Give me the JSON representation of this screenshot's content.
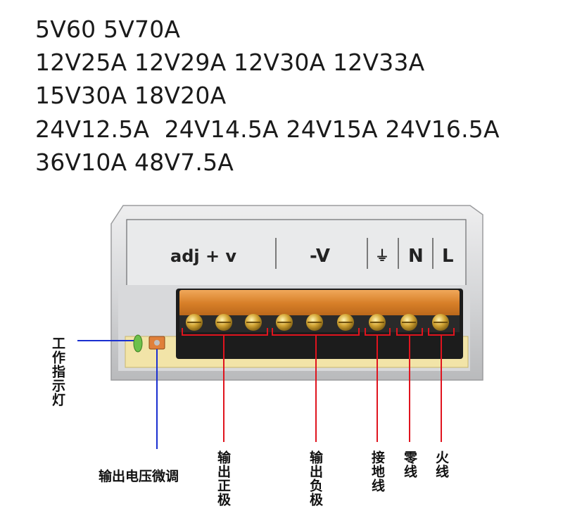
{
  "specs": [
    "5V60 5V70A",
    "12V25A 12V29A 12V30A 12V33A",
    "15V30A 18V20A",
    "24V12.5A  24V14.5A 24V15A 24V16.5A",
    "36V10A 48V7.5A"
  ],
  "panel": {
    "adj": "adj + v",
    "neg": "-V",
    "ground_symbol": "⏚",
    "n": "N",
    "l": "L"
  },
  "labels": {
    "indicator": "工作指示灯",
    "voltage_adjust": "输出电压微调",
    "positive": "输出正极",
    "negative": "输出负极",
    "ground": "接地线",
    "neutral": "零线",
    "live": "火线"
  },
  "colors": {
    "callout_red": "#e0141e",
    "callout_blue": "#1a2fd0",
    "terminal_orange": "#d9822b",
    "terminal_black": "#1c1c1c",
    "pcb": "#f2e4a8",
    "chassis": "#c8c9cb"
  }
}
